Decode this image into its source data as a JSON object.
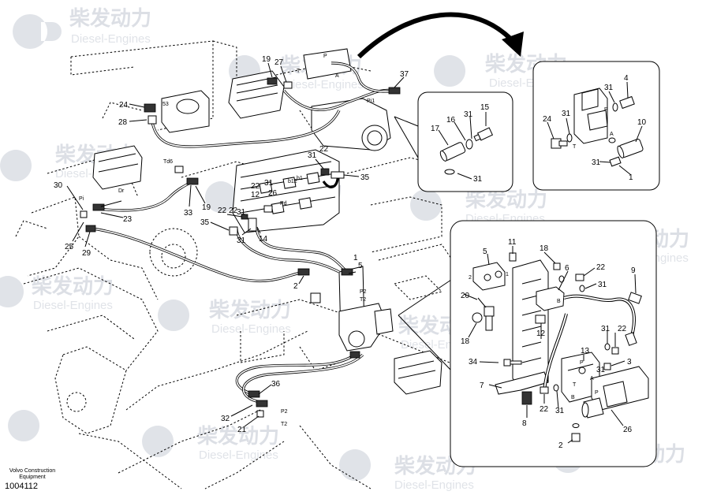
{
  "watermark": {
    "brand_cn": "柴发动力",
    "brand_en": "Diesel-Engines"
  },
  "footer": {
    "manufacturer_line1": "Volvo Construction",
    "manufacturer_line2": "Equipment",
    "drawing_number": "1004112"
  },
  "diagram": {
    "main_callouts": [
      "19",
      "27",
      "37",
      "24",
      "53",
      "28",
      "22",
      "31",
      "35",
      "30",
      "Pi",
      "Td6",
      "Dr",
      "23",
      "33",
      "19",
      "22",
      "31",
      "12",
      "22",
      "b12",
      "b1",
      "Pd",
      "26",
      "31",
      "22",
      "35",
      "31",
      "14",
      "25",
      "29",
      "1",
      "5",
      "2",
      "36",
      "32",
      "21",
      "P2",
      "T2"
    ],
    "inset_top_middle": {
      "callouts": [
        "17",
        "16",
        "31",
        "15",
        "31"
      ]
    },
    "inset_top_right": {
      "callouts": [
        "31",
        "4",
        "31",
        "24",
        "P",
        "10",
        "T",
        "A",
        "31",
        "1"
      ]
    },
    "inset_bottom_right": {
      "callouts": [
        "5",
        "11",
        "18",
        "6",
        "22",
        "31",
        "9",
        "20",
        "2",
        "1",
        "18",
        "12",
        "22",
        "31",
        "3",
        "31",
        "34",
        "13",
        "7",
        "22",
        "31",
        "8",
        "2",
        "26"
      ],
      "port_letters": [
        "P",
        "A",
        "T",
        "B",
        "B",
        "P"
      ]
    },
    "port_tags": [
      "Pi1",
      "P",
      "T",
      "A",
      "P2",
      "T2"
    ]
  }
}
